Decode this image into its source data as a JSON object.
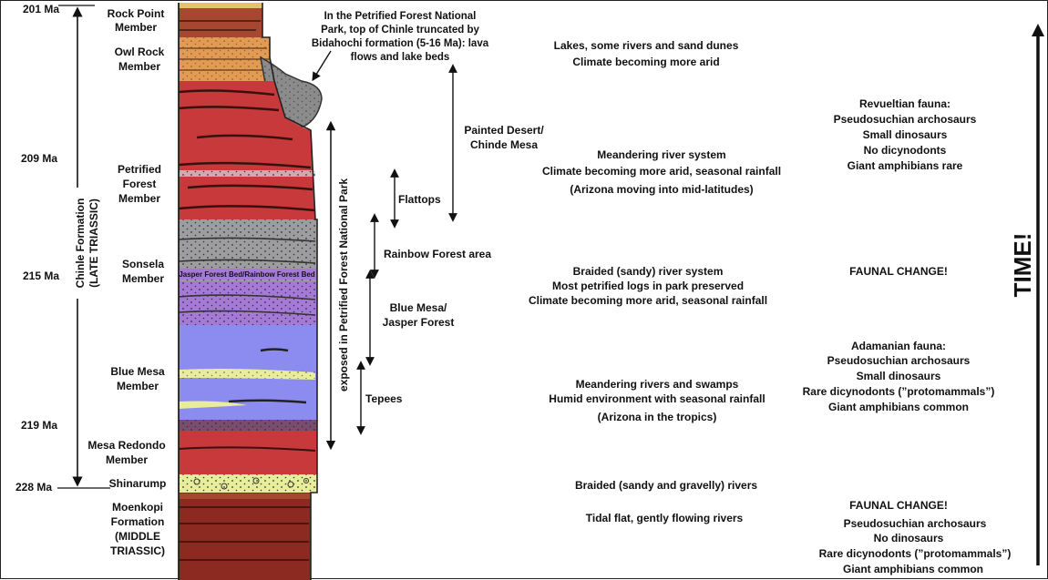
{
  "ages": {
    "a201": "201 Ma",
    "a209": "209 Ma",
    "a215": "215 Ma",
    "a219": "219 Ma",
    "a228": "228 Ma"
  },
  "formation": {
    "line1": "Chinle Formation",
    "line2": "(LATE TRIASSIC)"
  },
  "members": {
    "rock_point": [
      "Rock Point",
      "Member"
    ],
    "owl_rock": [
      "Owl Rock",
      "Member"
    ],
    "petrified_forest": [
      "Petrified",
      "Forest",
      "Member"
    ],
    "sonsela": [
      "Sonsela",
      "Member"
    ],
    "blue_mesa": [
      "Blue Mesa",
      "Member"
    ],
    "mesa_redondo": [
      "Mesa Redondo",
      "Member"
    ],
    "shinarump": [
      "Shinarump"
    ],
    "moenkopi": [
      "Moenkopi",
      "Formation",
      "(MIDDLE",
      "TRIASSIC)"
    ]
  },
  "bed_label": "Jasper Forest Bed/Rainbow Forest Bed",
  "top_note": [
    "In the Petrified Forest National",
    "Park, top of Chinle truncated by",
    "Bidahochi formation (5-16 Ma): lava",
    "flows and lake beds"
  ],
  "exposed_label": "exposed in Petrified Forest National Park",
  "areas": {
    "painted_desert": [
      "Painted Desert/",
      "Chinde Mesa"
    ],
    "flattops": [
      "Flattops"
    ],
    "rainbow_forest": [
      "Rainbow Forest area"
    ],
    "blue_mesa_jf": [
      "Blue Mesa/",
      "Jasper Forest"
    ],
    "tepees": [
      "Tepees"
    ]
  },
  "environments": {
    "env1": [
      "Lakes, some rivers and sand dunes",
      "Climate becoming more arid"
    ],
    "env2": [
      "Meandering river system",
      "Climate becoming more arid, seasonal rainfall",
      "(Arizona moving into mid-latitudes)"
    ],
    "env3": [
      "Braided (sandy) river system",
      "Most petrified logs in park preserved",
      "Climate becoming more arid, seasonal rainfall"
    ],
    "env4": [
      "Meandering rivers and swamps",
      "Humid environment with seasonal rainfall",
      "(Arizona in the tropics)"
    ],
    "env5": [
      "Braided (sandy and gravelly) rivers"
    ],
    "env6": [
      "Tidal flat, gently flowing rivers"
    ]
  },
  "fauna": {
    "revueltian": [
      "Revueltian fauna:",
      "Pseudosuchian archosaurs",
      "Small dinosaurs",
      "No dicynodonts",
      "Giant amphibians rare"
    ],
    "change1": [
      "FAUNAL CHANGE!"
    ],
    "adamanian": [
      "Adamanian fauna:",
      "Pseudosuchian archosaurs",
      "Small dinosaurs",
      "Rare dicynodonts (”protomammals”)",
      "Giant amphibians common"
    ],
    "change2": [
      "FAUNAL CHANGE!",
      "Pseudosuchian archosaurs",
      "No dinosaurs",
      "Rare dicynodonts (”protomammals”)",
      "Giant amphibians common"
    ]
  },
  "time_label": "TIME!",
  "colors": {
    "red": "#c8393b",
    "dark_red": "#8c2a22",
    "orange": "#e39a52",
    "gray": "#9d9da0",
    "purple": "#a57ad6",
    "blue": "#8c8cf0",
    "yellow": "#e9ec9a",
    "bidahochi": "#8b8b8b"
  }
}
